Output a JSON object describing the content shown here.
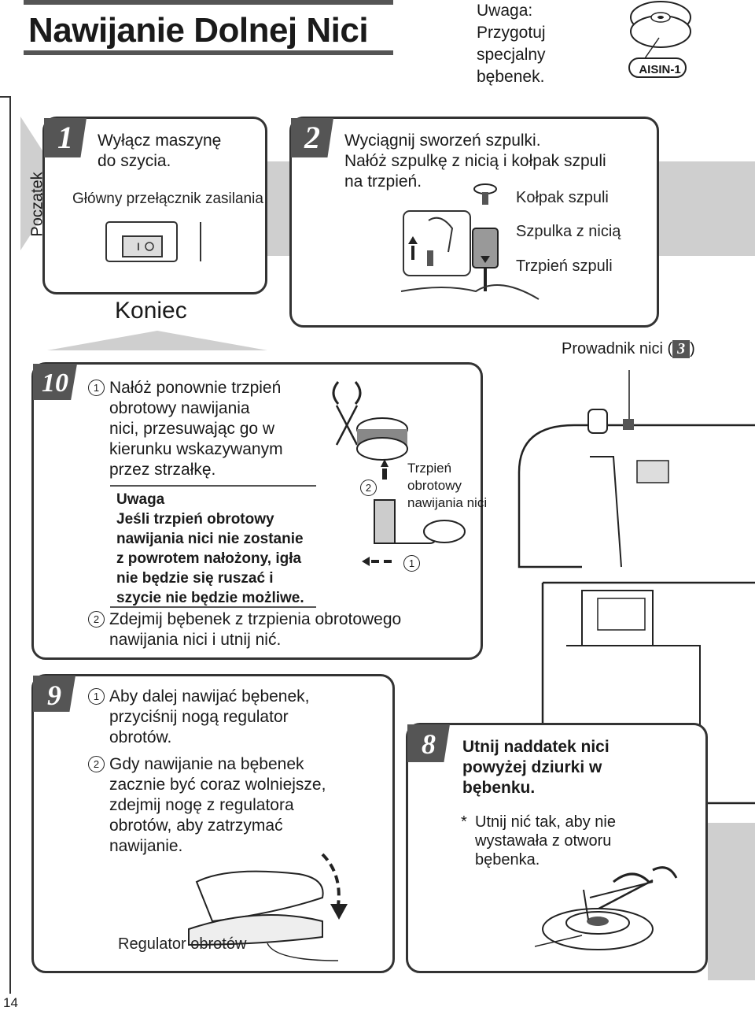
{
  "header": {
    "title": "Nawijanie Dolnej Nici",
    "note": [
      "Uwaga:",
      "Przygotuj",
      "specjalny",
      "bębenek."
    ],
    "bobbin_label": "AISIN-1"
  },
  "start_label": "Początek",
  "end_label": "Koniec",
  "page_number": "14",
  "step1": {
    "num": "1",
    "text": [
      "Wyłącz maszynę",
      "do szycia."
    ],
    "caption": "Główny przełącznik zasilania"
  },
  "step2": {
    "num": "2",
    "text": [
      "Wyciągnij sworzeń szpulki.",
      "Nałóż szpulkę z nicią i kołpak szpuli",
      "na trzpień."
    ],
    "labels": [
      "Kołpak szpuli",
      "Szpulka z nicią",
      "Trzpień szpuli"
    ]
  },
  "guide_label": {
    "prefix": "Prowadnik nici (",
    "num": "3",
    "suffix": ")"
  },
  "step10": {
    "num": "10",
    "item1_num": "1",
    "item1": [
      "Nałóż ponownie trzpień",
      "obrotowy nawijania",
      "nici, przesuwając go w",
      "kierunku wskazywanym",
      "przez strzałkę."
    ],
    "warning": [
      "Uwaga",
      "Jeśli trzpień obrotowy",
      "nawijania nici nie zostanie",
      "z powrotem nałożony, igła",
      "nie będzie się ruszać i",
      "szycie nie będzie możliwe."
    ],
    "item2_num": "2",
    "item2": [
      "Zdejmij bębenek z trzpienia obrotowego",
      "nawijania nici i utnij nić."
    ],
    "spindle_label": [
      "Trzpień",
      "obrotowy",
      "nawijania nici"
    ],
    "fig_nums": [
      "2",
      "1"
    ]
  },
  "step9": {
    "num": "9",
    "item1_num": "1",
    "item1": [
      "Aby dalej nawijać bębenek,",
      "przyciśnij nogą regulator",
      "obrotów."
    ],
    "item2_num": "2",
    "item2": [
      "Gdy nawijanie na bębenek",
      "zacznie być coraz wolniejsze,",
      "zdejmij nogę z regulatora",
      "obrotów, aby zatrzymać",
      "nawijanie."
    ],
    "caption": "Regulator obrotów"
  },
  "step8": {
    "num": "8",
    "text": [
      "Utnij naddatek nici",
      "powyżej dziurki w",
      "bębenku."
    ],
    "note_mark": "*",
    "note": [
      "Utnij nić tak, aby nie",
      "wystawała z otworu",
      "bębenka."
    ]
  }
}
